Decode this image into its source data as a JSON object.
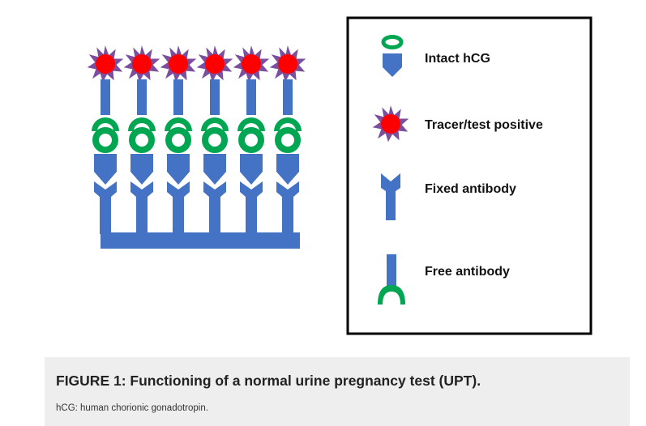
{
  "colors": {
    "antibody_blue": "#4472c4",
    "antigen_green": "#00a651",
    "tracer_red": "#ff0000",
    "tracer_spikes": "#7b4f9e",
    "caption_bg": "#eeeeee"
  },
  "assembly": {
    "column_count": 6
  },
  "legend": {
    "items": [
      {
        "icon": "intact-hcg-icon",
        "label": "Intact hCG"
      },
      {
        "icon": "tracer-icon",
        "label": "Tracer/test positive"
      },
      {
        "icon": "fixed-antibody-icon",
        "label": "Fixed antibody"
      },
      {
        "icon": "free-antibody-icon",
        "label": "Free antibody"
      }
    ]
  },
  "caption": {
    "title": "FIGURE 1: Functioning of a normal urine pregnancy test (UPT).",
    "note": "hCG: human chorionic gonadotropin."
  }
}
